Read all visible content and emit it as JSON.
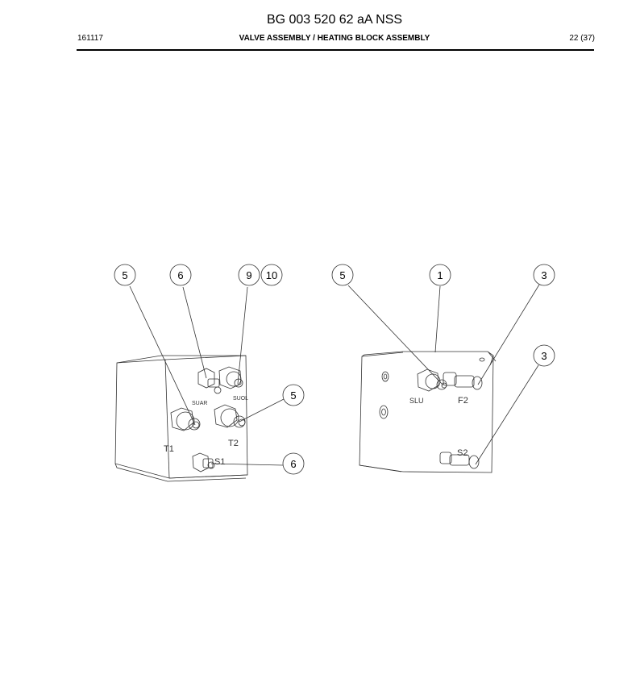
{
  "header": {
    "title": "BG 003 520 62 aA NSS",
    "doc_code": "161117",
    "section": "VALVE ASSEMBLY / HEATING BLOCK ASSEMBLY",
    "page": "22 (37)"
  },
  "drawing": {
    "left_block": {
      "port_labels": {
        "t1": "T1",
        "t2": "T2",
        "s1": "S1",
        "suar": "SUAR",
        "suol": "SUOL"
      },
      "callouts": {
        "c5_top": "5",
        "c6_top": "6",
        "c9": "9",
        "c10": "10",
        "c5_right": "5",
        "c6_bottom": "6"
      }
    },
    "right_block": {
      "port_labels": {
        "slu": "SLU",
        "f2": "F2",
        "s2": "S2"
      },
      "callouts": {
        "c5": "5",
        "c1": "1",
        "c3_top": "3",
        "c3_mid": "3"
      }
    }
  }
}
